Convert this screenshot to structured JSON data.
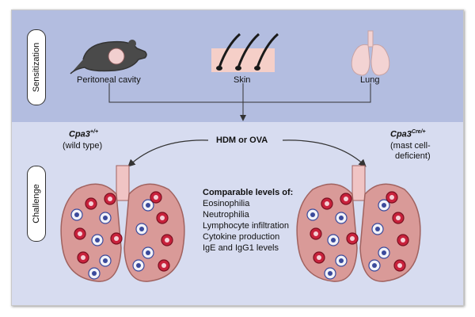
{
  "sections": {
    "sensitization": "Sensitization",
    "challenge": "Challenge"
  },
  "routes": {
    "peritoneal": "Peritoneal cavity",
    "skin": "Skin",
    "lung": "Lung"
  },
  "center_label": "HDM or OVA",
  "left_group": {
    "gene": "Cpa3",
    "superscript": "+/+",
    "desc": "(wild type)"
  },
  "right_group": {
    "gene": "Cpa3",
    "superscript": "Cre/+",
    "desc_line1": "(mast cell-",
    "desc_line2": "deficient)"
  },
  "comparable": {
    "heading": "Comparable levels of:",
    "items": [
      "Eosinophilia",
      "Neutrophilia",
      "Lymphocyte infiltration",
      "Cytokine production",
      "IgE and IgG1 levels"
    ]
  },
  "colors": {
    "top_band": "#b3bde0",
    "bottom_band": "#d7dcf0",
    "lung": "#d99a98",
    "lung_edge": "#a0625f",
    "red_cell": "#c8223c",
    "blue_cell": "#3a4a9c"
  }
}
